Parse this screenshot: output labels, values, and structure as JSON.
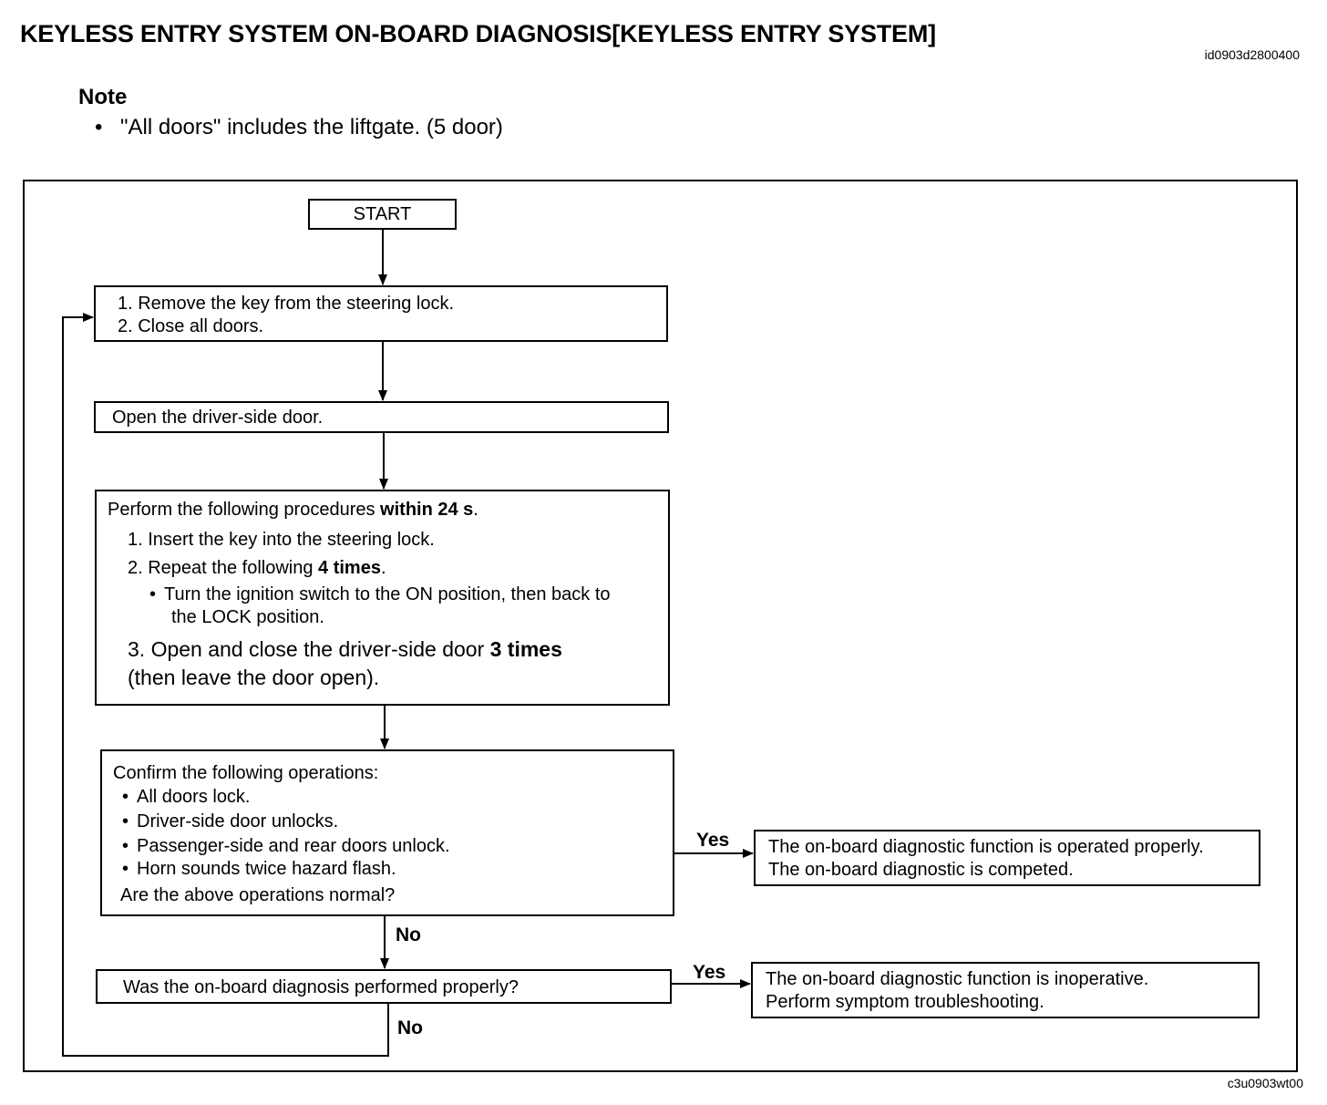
{
  "header": {
    "title": "KEYLESS ENTRY SYSTEM ON-BOARD DIAGNOSIS[KEYLESS ENTRY SYSTEM]",
    "doc_id": "id0903d2800400"
  },
  "note": {
    "heading": "Note",
    "bullet": "•",
    "item": "\"All doors\" includes the liftgate. (5 door)"
  },
  "flowchart": {
    "start": "START",
    "step1": {
      "line1": "1. Remove the key from the steering lock.",
      "line2": "2. Close all doors."
    },
    "step2": "Open the driver-side door.",
    "step3": {
      "intro": "Perform the following procedures ",
      "intro_bold": "within 24 s",
      "intro_end": ".",
      "item1": "1. Insert the key into the steering lock.",
      "item2": "2. Repeat the following ",
      "item2_bold": "4 times",
      "item2_end": ".",
      "sub_bullet": "•",
      "sub_line1": "Turn the ignition switch to the ON position, then back to",
      "sub_line2": "the LOCK position.",
      "item3": "3. Open and close the driver-side door ",
      "item3_bold": "3 times",
      "item3_line2": "(then leave the door open)."
    },
    "step4": {
      "intro": "Confirm the following operations:",
      "bullet": "•",
      "items": [
        "All doors lock.",
        "Driver-side door unlocks.",
        "Passenger-side and rear doors unlock.",
        "Horn sounds twice hazard flash."
      ],
      "question": "Are the above operations normal?"
    },
    "result_ok": {
      "line1": "The on-board diagnostic function is operated properly.",
      "line2": "The on-board diagnostic is competed."
    },
    "step5": "Was the on-board diagnosis performed properly?",
    "result_ng": {
      "line1": "The on-board diagnostic function is inoperative.",
      "line2": "Perform symptom troubleshooting."
    },
    "labels": {
      "yes1": "Yes",
      "no1": "No",
      "yes2": "Yes",
      "no2": "No"
    }
  },
  "figure_id": "c3u0903wt00"
}
